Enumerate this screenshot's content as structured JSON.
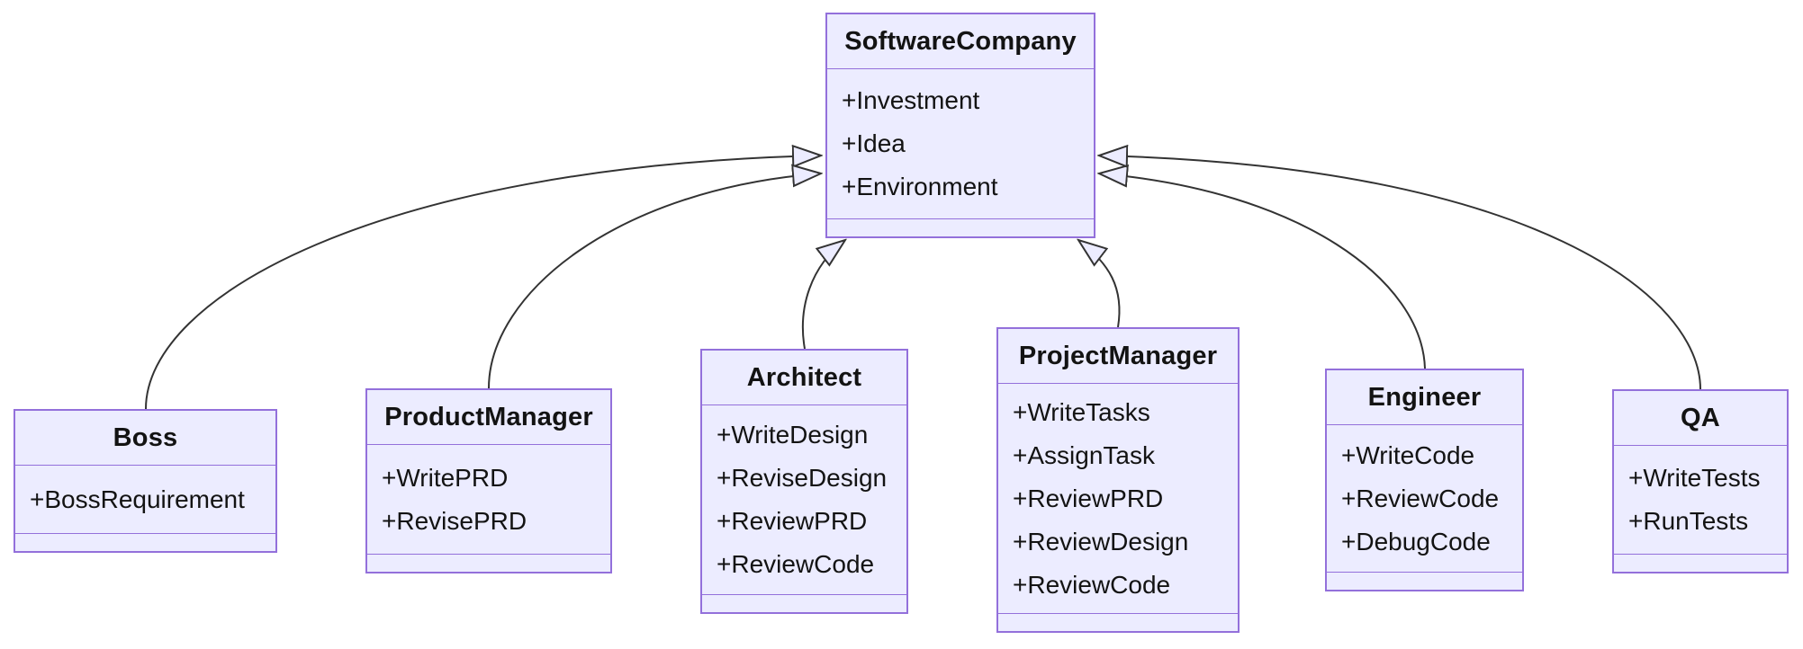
{
  "diagram": {
    "type": "uml-class-diagram",
    "colors": {
      "node_fill": "#ECECFF",
      "node_border": "#9370DB",
      "edge_stroke": "#333333",
      "text_color": "#131313",
      "background": "#ffffff"
    },
    "classes": [
      {
        "name": "SoftwareCompany",
        "members": [
          "+Investment",
          "+Idea",
          "+Environment"
        ]
      },
      {
        "name": "Boss",
        "members": [
          "+BossRequirement"
        ]
      },
      {
        "name": "ProductManager",
        "members": [
          "+WritePRD",
          "+RevisePRD"
        ]
      },
      {
        "name": "Architect",
        "members": [
          "+WriteDesign",
          "+ReviseDesign",
          "+ReviewPRD",
          "+ReviewCode"
        ]
      },
      {
        "name": "ProjectManager",
        "members": [
          "+WriteTasks",
          "+AssignTask",
          "+ReviewPRD",
          "+ReviewDesign",
          "+ReviewCode"
        ]
      },
      {
        "name": "Engineer",
        "members": [
          "+WriteCode",
          "+ReviewCode",
          "+DebugCode"
        ]
      },
      {
        "name": "QA",
        "members": [
          "+WriteTests",
          "+RunTests"
        ]
      }
    ],
    "relations": [
      {
        "from": "Boss",
        "to": "SoftwareCompany",
        "type": "inheritance",
        "arrow": "--|>"
      },
      {
        "from": "ProductManager",
        "to": "SoftwareCompany",
        "type": "inheritance",
        "arrow": "--|>"
      },
      {
        "from": "Architect",
        "to": "SoftwareCompany",
        "type": "inheritance",
        "arrow": "--|>"
      },
      {
        "from": "ProjectManager",
        "to": "SoftwareCompany",
        "type": "inheritance",
        "arrow": "--|>"
      },
      {
        "from": "Engineer",
        "to": "SoftwareCompany",
        "type": "inheritance",
        "arrow": "--|>"
      },
      {
        "from": "QA",
        "to": "SoftwareCompany",
        "type": "inheritance",
        "arrow": "--|>"
      }
    ]
  }
}
